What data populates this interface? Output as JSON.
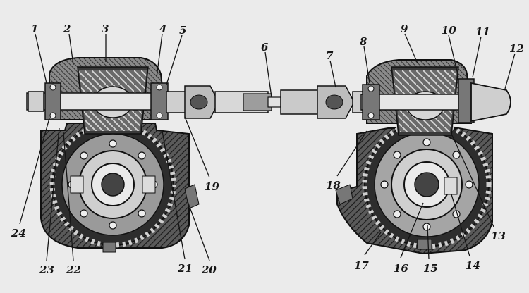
{
  "figure": {
    "callouts": [
      {
        "id": "c1",
        "text": "1"
      },
      {
        "id": "c2",
        "text": "2"
      },
      {
        "id": "c3",
        "text": "3"
      },
      {
        "id": "c4",
        "text": "4"
      },
      {
        "id": "c5",
        "text": "5"
      },
      {
        "id": "c6",
        "text": "6"
      },
      {
        "id": "c7",
        "text": "7"
      },
      {
        "id": "c8",
        "text": "8"
      },
      {
        "id": "c9",
        "text": "9"
      },
      {
        "id": "c10",
        "text": "10"
      },
      {
        "id": "c11",
        "text": "11"
      },
      {
        "id": "c12",
        "text": "12"
      },
      {
        "id": "c13",
        "text": "13"
      },
      {
        "id": "c14",
        "text": "14"
      },
      {
        "id": "c15",
        "text": "15"
      },
      {
        "id": "c16",
        "text": "16"
      },
      {
        "id": "c17",
        "text": "17"
      },
      {
        "id": "c18",
        "text": "18"
      },
      {
        "id": "c19",
        "text": "19"
      },
      {
        "id": "c20",
        "text": "20"
      },
      {
        "id": "c21",
        "text": "21"
      },
      {
        "id": "c22",
        "text": "22"
      },
      {
        "id": "c23",
        "text": "23"
      },
      {
        "id": "c24",
        "text": "24"
      }
    ]
  }
}
